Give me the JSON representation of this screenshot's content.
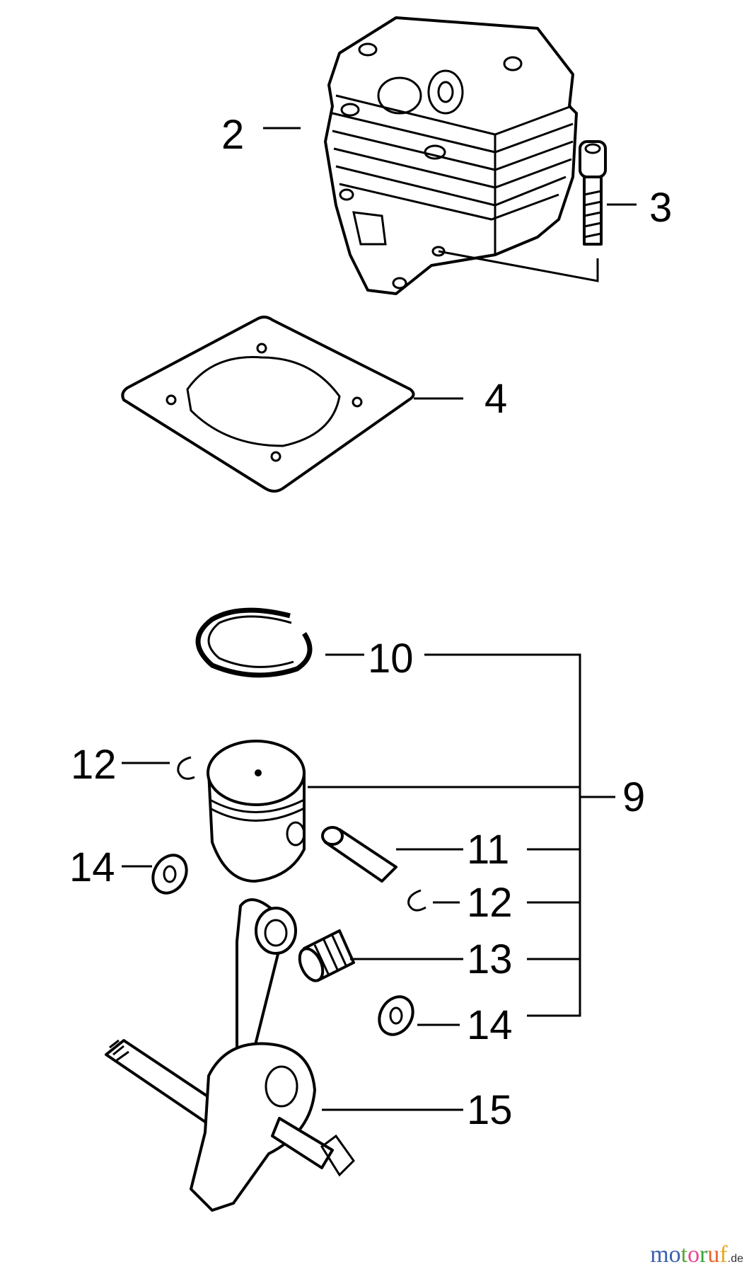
{
  "diagram": {
    "labels": {
      "p2": "2",
      "p3": "3",
      "p4": "4",
      "p9": "9",
      "p10": "10",
      "p11": "11",
      "p12a": "12",
      "p12b": "12",
      "p13": "13",
      "p14a": "14",
      "p14b": "14",
      "p15": "15"
    }
  },
  "watermark": {
    "name": "motoruf",
    "suffix": ".de",
    "colors": [
      "#3a5fae",
      "#3a5fae",
      "#5aa63c",
      "#e8468e",
      "#3aa13c",
      "#e8642c",
      "#e8a81c",
      "#f0c000"
    ]
  }
}
